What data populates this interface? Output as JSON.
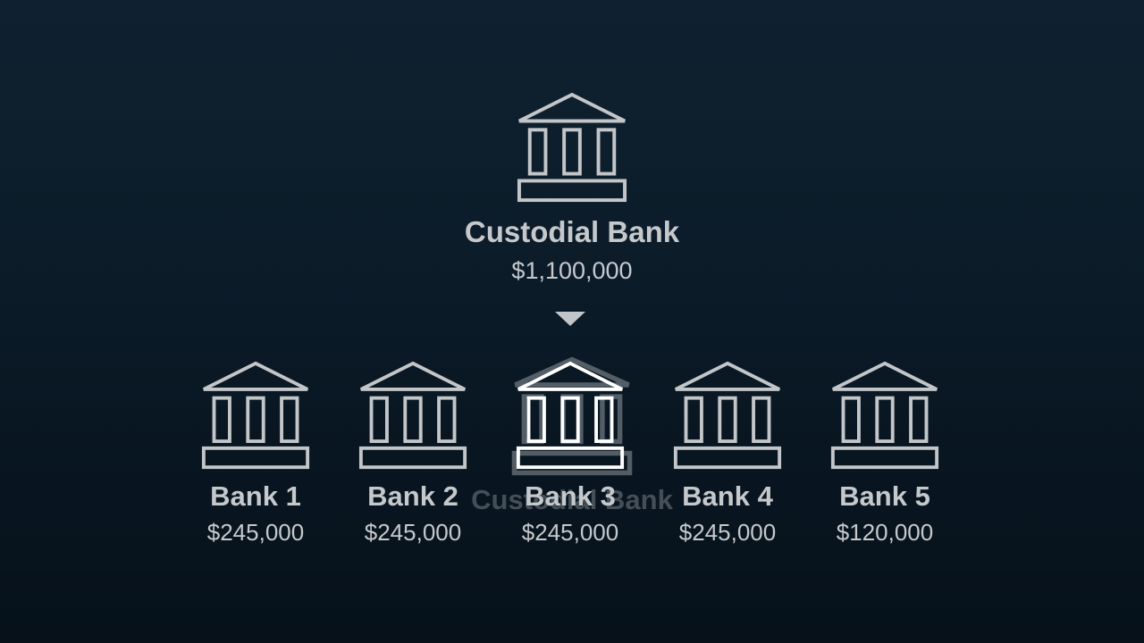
{
  "custodial": {
    "name": "Custodial Bank",
    "amount": "$1,100,000",
    "icon": "bank-icon"
  },
  "banks": [
    {
      "name": "Bank 1",
      "amount": "$245,000"
    },
    {
      "name": "Bank 2",
      "amount": "$245,000"
    },
    {
      "name": "Bank 3",
      "amount": "$245,000"
    },
    {
      "name": "Bank 4",
      "amount": "$245,000"
    },
    {
      "name": "Bank 5",
      "amount": "$120,000"
    }
  ],
  "colors": {
    "background_top": "#0f2130",
    "background_bottom": "#06111a",
    "text": "#c6c9cc",
    "icon_stroke": "#c3c6c9"
  }
}
